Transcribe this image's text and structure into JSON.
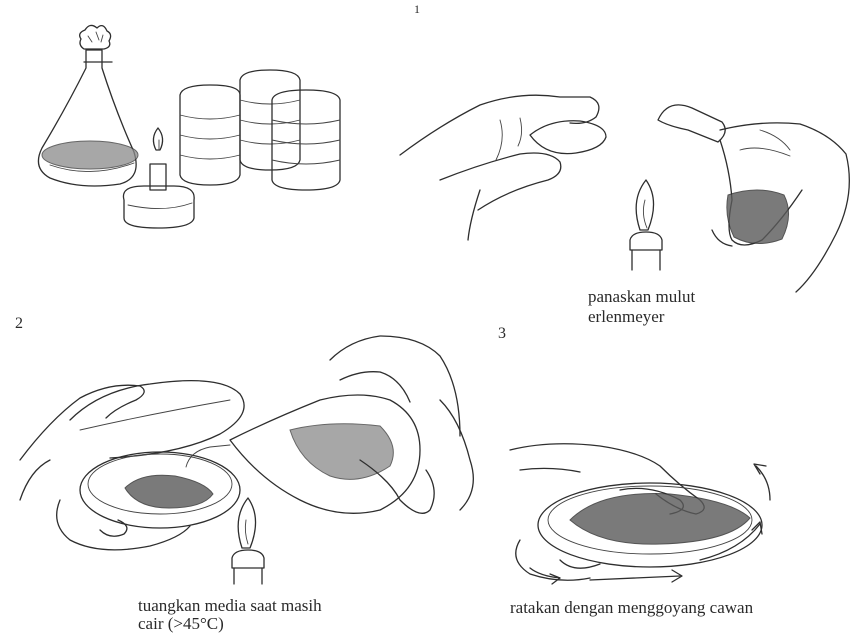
{
  "steps": {
    "step1_number": "1",
    "step2_number": "2",
    "step3_number": "3"
  },
  "captions": {
    "heat_mouth_line1": "panaskan mulut",
    "heat_mouth_line2": "erlenmeyer",
    "pour_line1": "tuangkan media saat masih",
    "pour_line2": "cair (>45°C)",
    "swirl": "ratakan dengan menggoyang cawan"
  }
}
